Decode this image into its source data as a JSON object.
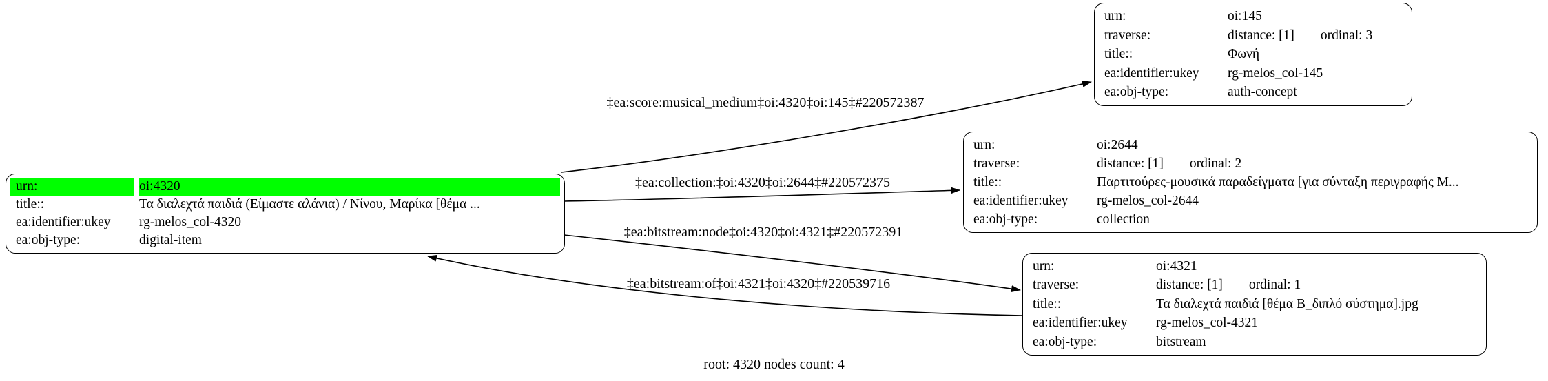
{
  "graph": {
    "caption": "root: 4320 nodes count: 4",
    "highlight_color": "#00ff00",
    "background_color": "#ffffff",
    "edge_color": "#000000"
  },
  "nodes": {
    "root_4320": {
      "rows": [
        {
          "label": "urn:",
          "value": "oi:4320"
        },
        {
          "label": "title::",
          "value": "Τα διαλεχτά παιδιά (Είμαστε αλάνια) / Νίνου, Μαρίκα [θέμα ..."
        },
        {
          "label": "ea:identifier:ukey",
          "value": "rg-melos_col-4320"
        },
        {
          "label": "ea:obj-type:",
          "value": "digital-item"
        }
      ]
    },
    "oi_145": {
      "rows": [
        {
          "label": "urn:",
          "value": "oi:145"
        },
        {
          "label": "traverse:",
          "value": "distance: [1]",
          "value2": "ordinal: 3"
        },
        {
          "label": "title::",
          "value": "Φωνή"
        },
        {
          "label": "ea:identifier:ukey",
          "value": "rg-melos_col-145"
        },
        {
          "label": "ea:obj-type:",
          "value": "auth-concept"
        }
      ]
    },
    "oi_2644": {
      "rows": [
        {
          "label": "urn:",
          "value": "oi:2644"
        },
        {
          "label": "traverse:",
          "value": "distance: [1]",
          "value2": "ordinal: 2"
        },
        {
          "label": "title::",
          "value": "Παρτιτούρες-μουσικά παραδείγματα [για σύνταξη περιγραφής Μ..."
        },
        {
          "label": "ea:identifier:ukey",
          "value": "rg-melos_col-2644"
        },
        {
          "label": "ea:obj-type:",
          "value": "collection"
        }
      ]
    },
    "oi_4321": {
      "rows": [
        {
          "label": "urn:",
          "value": "oi:4321"
        },
        {
          "label": "traverse:",
          "value": "distance: [1]",
          "value2": "ordinal: 1"
        },
        {
          "label": "title::",
          "value": "Τα διαλεχτά παιδιά [θέμα Β_διπλό σύστημα].jpg"
        },
        {
          "label": "ea:identifier:ukey",
          "value": "rg-melos_col-4321"
        },
        {
          "label": "ea:obj-type:",
          "value": "bitstream"
        }
      ]
    }
  },
  "edges": [
    {
      "label": "‡ea:score:musical_medium‡oi:4320‡oi:145‡#220572387"
    },
    {
      "label": "‡ea:collection:‡oi:4320‡oi:2644‡#220572375"
    },
    {
      "label": "‡ea:bitstream:node‡oi:4320‡oi:4321‡#220572391"
    },
    {
      "label": "‡ea:bitstream:of‡oi:4321‡oi:4320‡#220539716"
    }
  ]
}
